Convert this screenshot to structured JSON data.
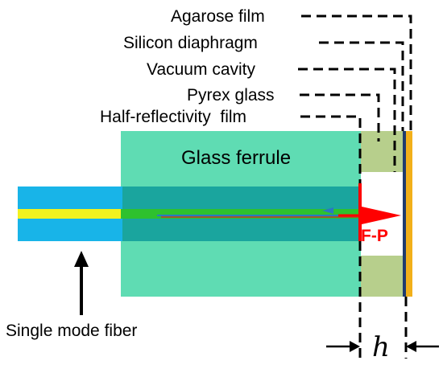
{
  "labels": {
    "agarose_film": "Agarose film",
    "silicon_diaphragm": "Silicon diaphragm",
    "vacuum_cavity": "Vacuum cavity",
    "pyrex_glass": "Pyrex glass",
    "half_reflectivity_film": "Half-reflectivity  film",
    "glass_ferrule": "Glass ferrule",
    "fp": "F-P",
    "single_mode_fiber": "Single mode fiber",
    "h": "h"
  },
  "colors": {
    "ferrule": "#5fdcb3",
    "ferrule_core_band": "#1aa59e",
    "fiber_cladding": "#18b4e8",
    "fiber_core": "#f2f21e",
    "pyrex": "#b7cf8c",
    "vacuum": "#ffffff",
    "diaphragm": "#1f3b6e",
    "agarose": "#f2b01a",
    "fp_marker": "#ff0000",
    "beam_blue": "#2a78c2",
    "beam_green": "#2ec12e"
  }
}
